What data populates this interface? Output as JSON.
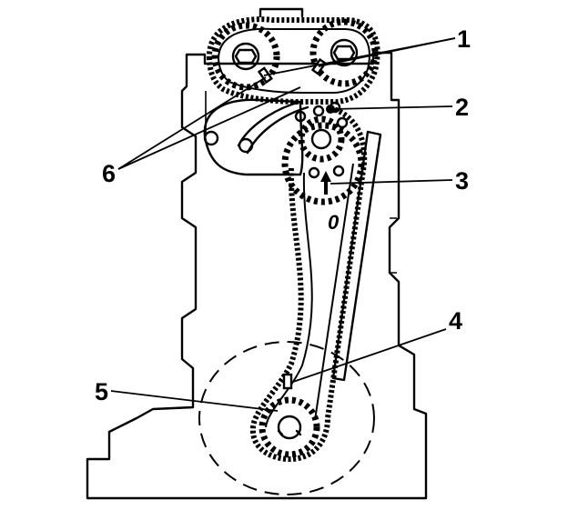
{
  "callouts": {
    "c1": "1",
    "c2": "2",
    "c3": "3",
    "c4": "4",
    "c5": "5",
    "c6": "6"
  },
  "timing_mark": "0"
}
